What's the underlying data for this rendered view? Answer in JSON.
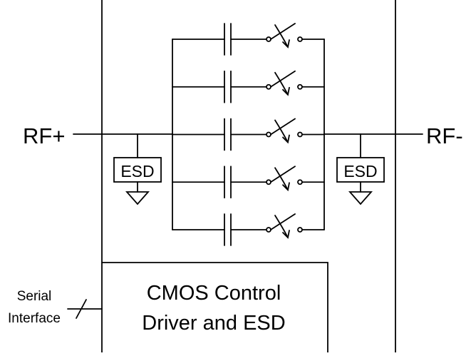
{
  "labels": {
    "rf_plus": "RF+",
    "rf_minus": "RF-",
    "esd_left": "ESD",
    "esd_right": "ESD",
    "cmos_line1": "CMOS Control",
    "cmos_line2": "Driver and ESD",
    "serial_line1": "Serial",
    "serial_line2": "Interface"
  },
  "diagram": {
    "capacitor_switch_branches": 5
  },
  "colors": {
    "line": "#000000",
    "background": "#ffffff"
  }
}
